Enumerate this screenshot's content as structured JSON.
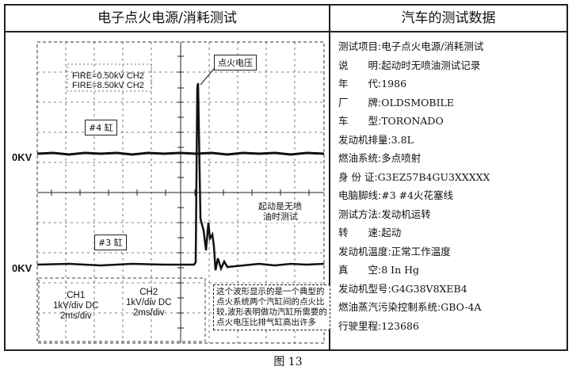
{
  "header": {
    "left_title": "电子点火电源/消耗测试",
    "right_title": "汽车的测试数据"
  },
  "scope": {
    "fire_labels": [
      "FIRE=0.50kV CH2",
      "FIRE=8.50kV CH2"
    ],
    "ignition_voltage_label": "点火电压",
    "cyl4_label": "#4 缸",
    "cyl3_label": "#3 缸",
    "zero_kv_top": "0KV",
    "zero_kv_bottom": "0KV",
    "start_note": [
      "起动是无喷",
      "油时测试"
    ],
    "ch1": [
      "CH1",
      "1kV/div DC",
      "2ms/div"
    ],
    "ch2": [
      "CH2",
      "1kV/div DC",
      "2ms/div"
    ],
    "waveform_note": "这个波形显示的是一个典型的点火系统两个汽缸间的点火比较,波形表明做功汽缸所需要的点火电压比排气缸高出许多"
  },
  "test_data": [
    {
      "label": "测试项目:",
      "value": "电子点火电源/消耗测试"
    },
    {
      "label": "说　　明:",
      "value": "起动时无喷油测试记录"
    },
    {
      "label": "年　　代:",
      "value": "1986"
    },
    {
      "label": "厂　　牌:",
      "value": "OLDSMOBILE"
    },
    {
      "label": "车　　型:",
      "value": "TORONADO"
    },
    {
      "label": "发动机排量:",
      "value": "3.8L"
    },
    {
      "label": "燃油系统:",
      "value": "多点喷射"
    },
    {
      "label": "身 份 证:",
      "value": "G3EZ57B4GU3XXXXX"
    },
    {
      "label": "电脑脚线:",
      "value": "#3 #4火花塞线"
    },
    {
      "label": "测试方法:",
      "value": "发动机运转"
    },
    {
      "label": "转　　速:",
      "value": "起动"
    },
    {
      "label": "发动机温度:",
      "value": "正常工作温度"
    },
    {
      "label": "真　　空:",
      "value": "8 In Hg"
    },
    {
      "label": "发动机型号:",
      "value": "G4G38V8XEB4"
    },
    {
      "label": "燃油蒸汽污染控制系统:",
      "value": "GBO-4A"
    },
    {
      "label": "行驶里程:",
      "value": "123686"
    }
  ],
  "caption": "图 13"
}
